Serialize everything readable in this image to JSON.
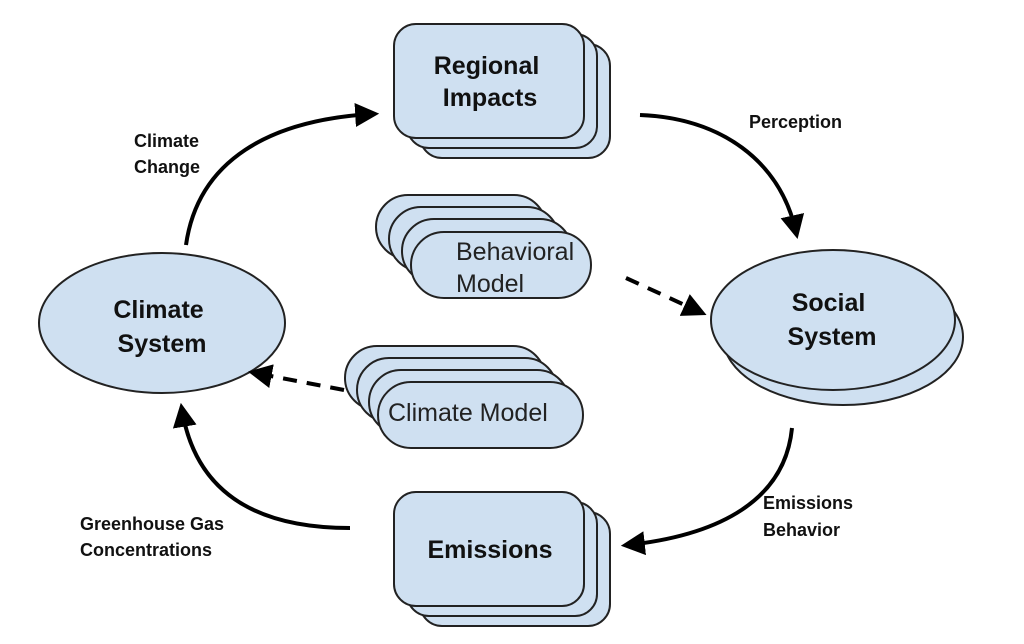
{
  "diagram": {
    "nodes": {
      "regional_impacts": {
        "line1": "Regional",
        "line2": "Impacts"
      },
      "social_system": {
        "line1": "Social",
        "line2": "System"
      },
      "emissions": {
        "line1": "Emissions"
      },
      "climate_system": {
        "line1": "Climate",
        "line2": "System"
      },
      "behavioral_model": {
        "line1": "Behavioral",
        "line2": "Model"
      },
      "climate_model": {
        "line1": "Climate Model"
      }
    },
    "edges": {
      "climate_change": {
        "line1": "Climate",
        "line2": "Change"
      },
      "perception": {
        "line1": "Perception"
      },
      "emissions_behavior": {
        "line1": "Emissions",
        "line2": "Behavior"
      },
      "greenhouse_gas": {
        "line1": "Greenhouse Gas",
        "line2": "Concentrations"
      }
    }
  },
  "colors": {
    "node_fill": "#cfe0f1",
    "outline": "#222222",
    "arrow": "#000000"
  }
}
